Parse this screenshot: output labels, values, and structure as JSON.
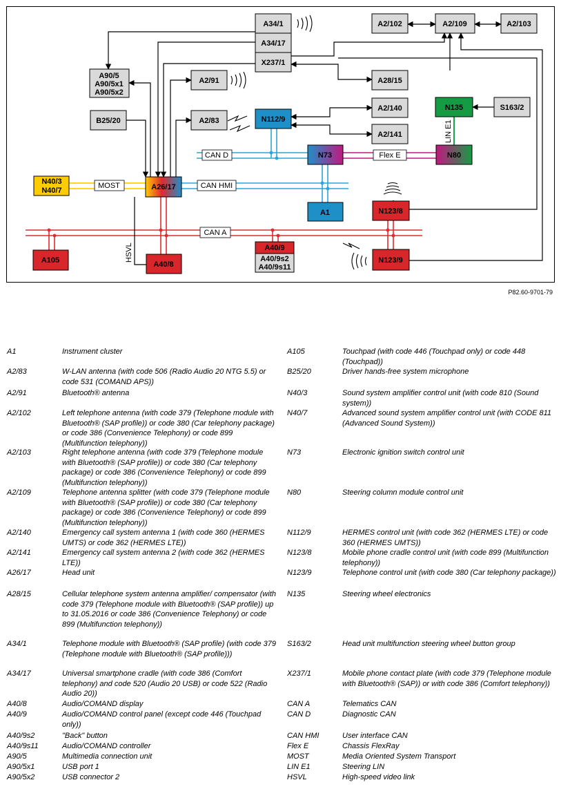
{
  "figure_ref": "P82.60-9701-79",
  "colors": {
    "gray_box": "#d9d9d9",
    "blue_box": "#1f8fc8",
    "red_box": "#d8262b",
    "green_box": "#169b45",
    "yellow_box": "#ffcc00",
    "can_d_line": "#2aa3d8",
    "can_a_line": "#e02a2e",
    "most_line": "#ffd200",
    "flex_e_line": "#c2187f",
    "lin_line": "#16a34a"
  },
  "diagram": {
    "boxes": {
      "A34_1": "A34/1",
      "A34_17": "A34/17",
      "X237_1": "X237/1",
      "A2_102": "A2/102",
      "A2_109": "A2/109",
      "A2_103": "A2/103",
      "A90_5": [
        "A90/5",
        "A90/5x1",
        "A90/5x2"
      ],
      "A2_91": "A2/91",
      "A28_15": "A28/15",
      "N135": "N135",
      "S163_2": "S163/2",
      "B25_20": "B25/20",
      "A2_83": "A2/83",
      "N112_9": "N112/9",
      "A2_140": "A2/140",
      "A2_141": "A2/141",
      "N73": "N73",
      "N80": "N80",
      "N40": [
        "N40/3",
        "N40/7"
      ],
      "A26_17": "A26/17",
      "A1": "A1",
      "N123_8": "N123/8",
      "A105": "A105",
      "A40_8": "A40/8",
      "A40_9": "A40/9",
      "A40_9s": [
        "A40/9s2",
        "A40/9s11"
      ],
      "N123_9": "N123/9"
    },
    "bus_labels": {
      "can_d": "CAN D",
      "flex_e": "Flex E",
      "most": "MOST",
      "can_hmi": "CAN HMI",
      "can_a": "CAN A",
      "lin_e1": "LIN E1",
      "hsvl": "HSVL"
    }
  },
  "legend_left": [
    {
      "code": "A1",
      "desc": "Instrument cluster"
    },
    {
      "code": "A2/83",
      "desc": "W-LAN antenna (with code 506 (Radio Audio 20 NTG 5.5) or code 531 (COMAND APS))"
    },
    {
      "code": "A2/91",
      "desc": "Bluetooth® antenna"
    },
    {
      "code": "A2/102",
      "desc": "Left telephone antenna (with code 379 (Telephone module with Bluetooth® (SAP profile)) or code 380 (Car telephony package) or code 386 (Convenience Telephony) or code 899 (Multifunction telephony))"
    },
    {
      "code": "A2/103",
      "desc": "Right telephone antenna (with code 379 (Telephone module with Bluetooth® (SAP profile)) or code 380 (Car telephony package) or code 386 (Convenience Telephony) or code 899 (Multifunction telephony))"
    },
    {
      "code": "A2/109",
      "desc": "Telephone antenna splitter (with code 379 (Telephone module with Bluetooth® (SAP profile)) or code 380 (Car telephony package) or code 386 (Convenience Telephony) or code 899 (Multifunction telephony))"
    },
    {
      "code": "A2/140",
      "desc": "Emergency call system antenna 1 (with code 360 (HERMES UMTS) or code 362 (HERMES LTE))"
    },
    {
      "code": "A2/141",
      "desc": "Emergency call system antenna 2 (with code 362 (HERMES LTE))"
    },
    {
      "code": "A26/17",
      "desc": "Head unit"
    },
    {
      "code": "A28/15",
      "desc": "Cellular telephone system antenna amplifier/ compensator (with code 379 (Telephone module with Bluetooth® (SAP profile)) up to 31.05.2016 or code 386 (Convenience Telephony) or code 899 (Multifunction telephony))"
    },
    {
      "code": "A34/1",
      "desc": "Telephone module with Bluetooth® (SAP profile) (with code 379 (Telephone module with Bluetooth® (SAP profile)))"
    },
    {
      "code": "A34/17",
      "desc": "Universal smartphone cradle (with code 386 (Comfort telephony) and code 520 (Audio 20 USB) or code 522 (Radio Audio 20))"
    },
    {
      "code": "A40/8",
      "desc": "Audio/COMAND display"
    },
    {
      "code": "A40/9",
      "desc": "Audio/COMAND control panel (except code 446 (Touchpad only))"
    },
    {
      "code": "A40/9s2",
      "desc": "\"Back\" button"
    },
    {
      "code": "A40/9s11",
      "desc": "Audio/COMAND controller"
    },
    {
      "code": "A90/5",
      "desc": "Multimedia connection unit"
    },
    {
      "code": "A90/5x1",
      "desc": "USB port 1"
    },
    {
      "code": "A90/5x2",
      "desc": "USB connector 2"
    }
  ],
  "legend_right": [
    {
      "code": "A105",
      "desc": "Touchpad (with code 446 (Touchpad only) or code 448 (Touchpad))"
    },
    {
      "code": "B25/20",
      "desc": "Driver hands-free system microphone"
    },
    {
      "code": "N40/3",
      "desc": "Sound system amplifier control unit (with code 810 (Sound system))"
    },
    {
      "code": "N40/7",
      "desc": "Advanced sound system amplifier control unit (with CODE 811 (Advanced Sound System))"
    },
    {
      "code": "N73",
      "desc": "Electronic ignition switch control unit"
    },
    {
      "code": "N80",
      "desc": "Steering column module control unit"
    },
    {
      "code": "N112/9",
      "desc": "HERMES control unit (with code 362 (HERMES LTE) or code 360 (HERMES UMTS))"
    },
    {
      "code": "N123/8",
      "desc": "Mobile phone cradle control unit (with code 899 (Multifunction telephony))"
    },
    {
      "code": "N123/9",
      "desc": "Telephone control unit (with code 380 (Car telephony package))"
    },
    {
      "code": "N135",
      "desc": "Steering wheel electronics"
    },
    {
      "code": "S163/2",
      "desc": "Head unit multifunction steering wheel button group"
    },
    {
      "code": "X237/1",
      "desc": "Mobile phone contact plate (with code 379 (Telephone module with Bluetooth® (SAP)) or with code 386 (Comfort telephony))"
    },
    {
      "code": "CAN A",
      "desc": "Telematics CAN"
    },
    {
      "code": "CAN D",
      "desc": "Diagnostic CAN"
    },
    {
      "code": "CAN HMI",
      "desc": "User interface CAN"
    },
    {
      "code": "Flex E",
      "desc": "Chassis FlexRay"
    },
    {
      "code": "MOST",
      "desc": "Media Oriented System Transport"
    },
    {
      "code": "LIN E1",
      "desc": "Steering LIN"
    },
    {
      "code": "HSVL",
      "desc": "High-speed video link"
    }
  ]
}
